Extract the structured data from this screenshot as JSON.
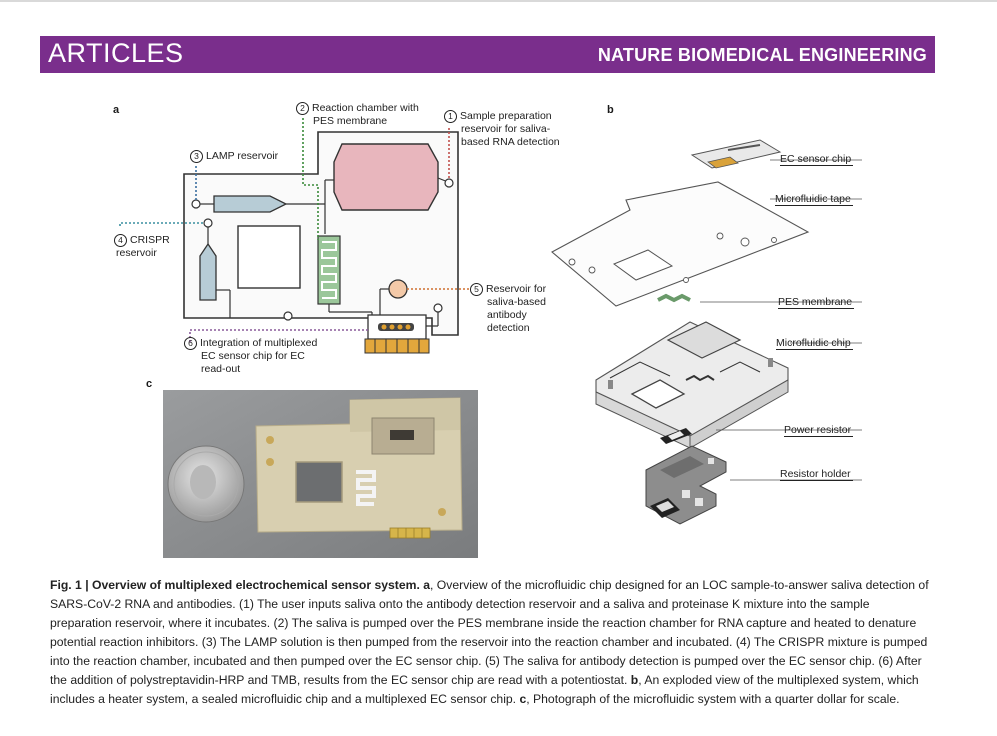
{
  "header": {
    "section": "ARTICLES",
    "journal": "NATURE BIOMEDICAL ENGINEERING"
  },
  "figure": {
    "panels": [
      "a",
      "b",
      "c"
    ],
    "panel_a": {
      "labels": [
        {
          "num": "1",
          "text_lines": [
            "Sample preparation",
            "reservoir for saliva-",
            "based RNA detection"
          ]
        },
        {
          "num": "2",
          "text_lines": [
            "Reaction chamber with",
            "PES membrane"
          ]
        },
        {
          "num": "3",
          "text_lines": [
            "LAMP reservoir"
          ]
        },
        {
          "num": "4",
          "text_lines": [
            "CRISPR",
            "reservoir"
          ]
        },
        {
          "num": "5",
          "text_lines": [
            "Reservoir for",
            "saliva-based",
            "antibody",
            "detection"
          ]
        },
        {
          "num": "6",
          "text_lines": [
            "Integration of multiplexed",
            "EC sensor chip for EC",
            "read-out"
          ]
        }
      ]
    },
    "panel_b": {
      "labels": [
        "EC sensor chip",
        "Microfluidic tape",
        "PES membrane",
        "Microfluidic chip",
        "Power resistor",
        "Resistor holder"
      ]
    }
  },
  "caption": {
    "fig_label": "Fig. 1 | Overview of multiplexed electrochemical sensor system.",
    "a_letter": "a",
    "a_text": ", Overview of the microfluidic chip designed for an LOC sample-to-answer saliva detection of SARS-CoV-2 RNA and antibodies. (1) The user inputs saliva onto the antibody detection reservoir and a saliva and proteinase K mixture into the sample preparation reservoir, where it incubates. (2) The saliva is pumped over the PES membrane inside the reaction chamber for RNA capture and heated to denature potential reaction inhibitors. (3) The LAMP solution is then pumped from the reservoir into the reaction chamber and incubated. (4) The CRISPR mixture is pumped into the reaction chamber, incubated and then pumped over the EC sensor chip. (5) The saliva for antibody detection is pumped over the EC sensor chip. (6) After the addition of polystreptavidin-HRP and TMB, results from the EC sensor chip are read with a potentiostat.",
    "b_letter": "b",
    "b_text": ", An exploded view of the multiplexed system, which includes a heater system, a sealed microfluidic chip and a multiplexed EC sensor chip.",
    "c_letter": "c",
    "c_text": ", Photograph of the microfluidic system with a quarter dollar for scale."
  }
}
